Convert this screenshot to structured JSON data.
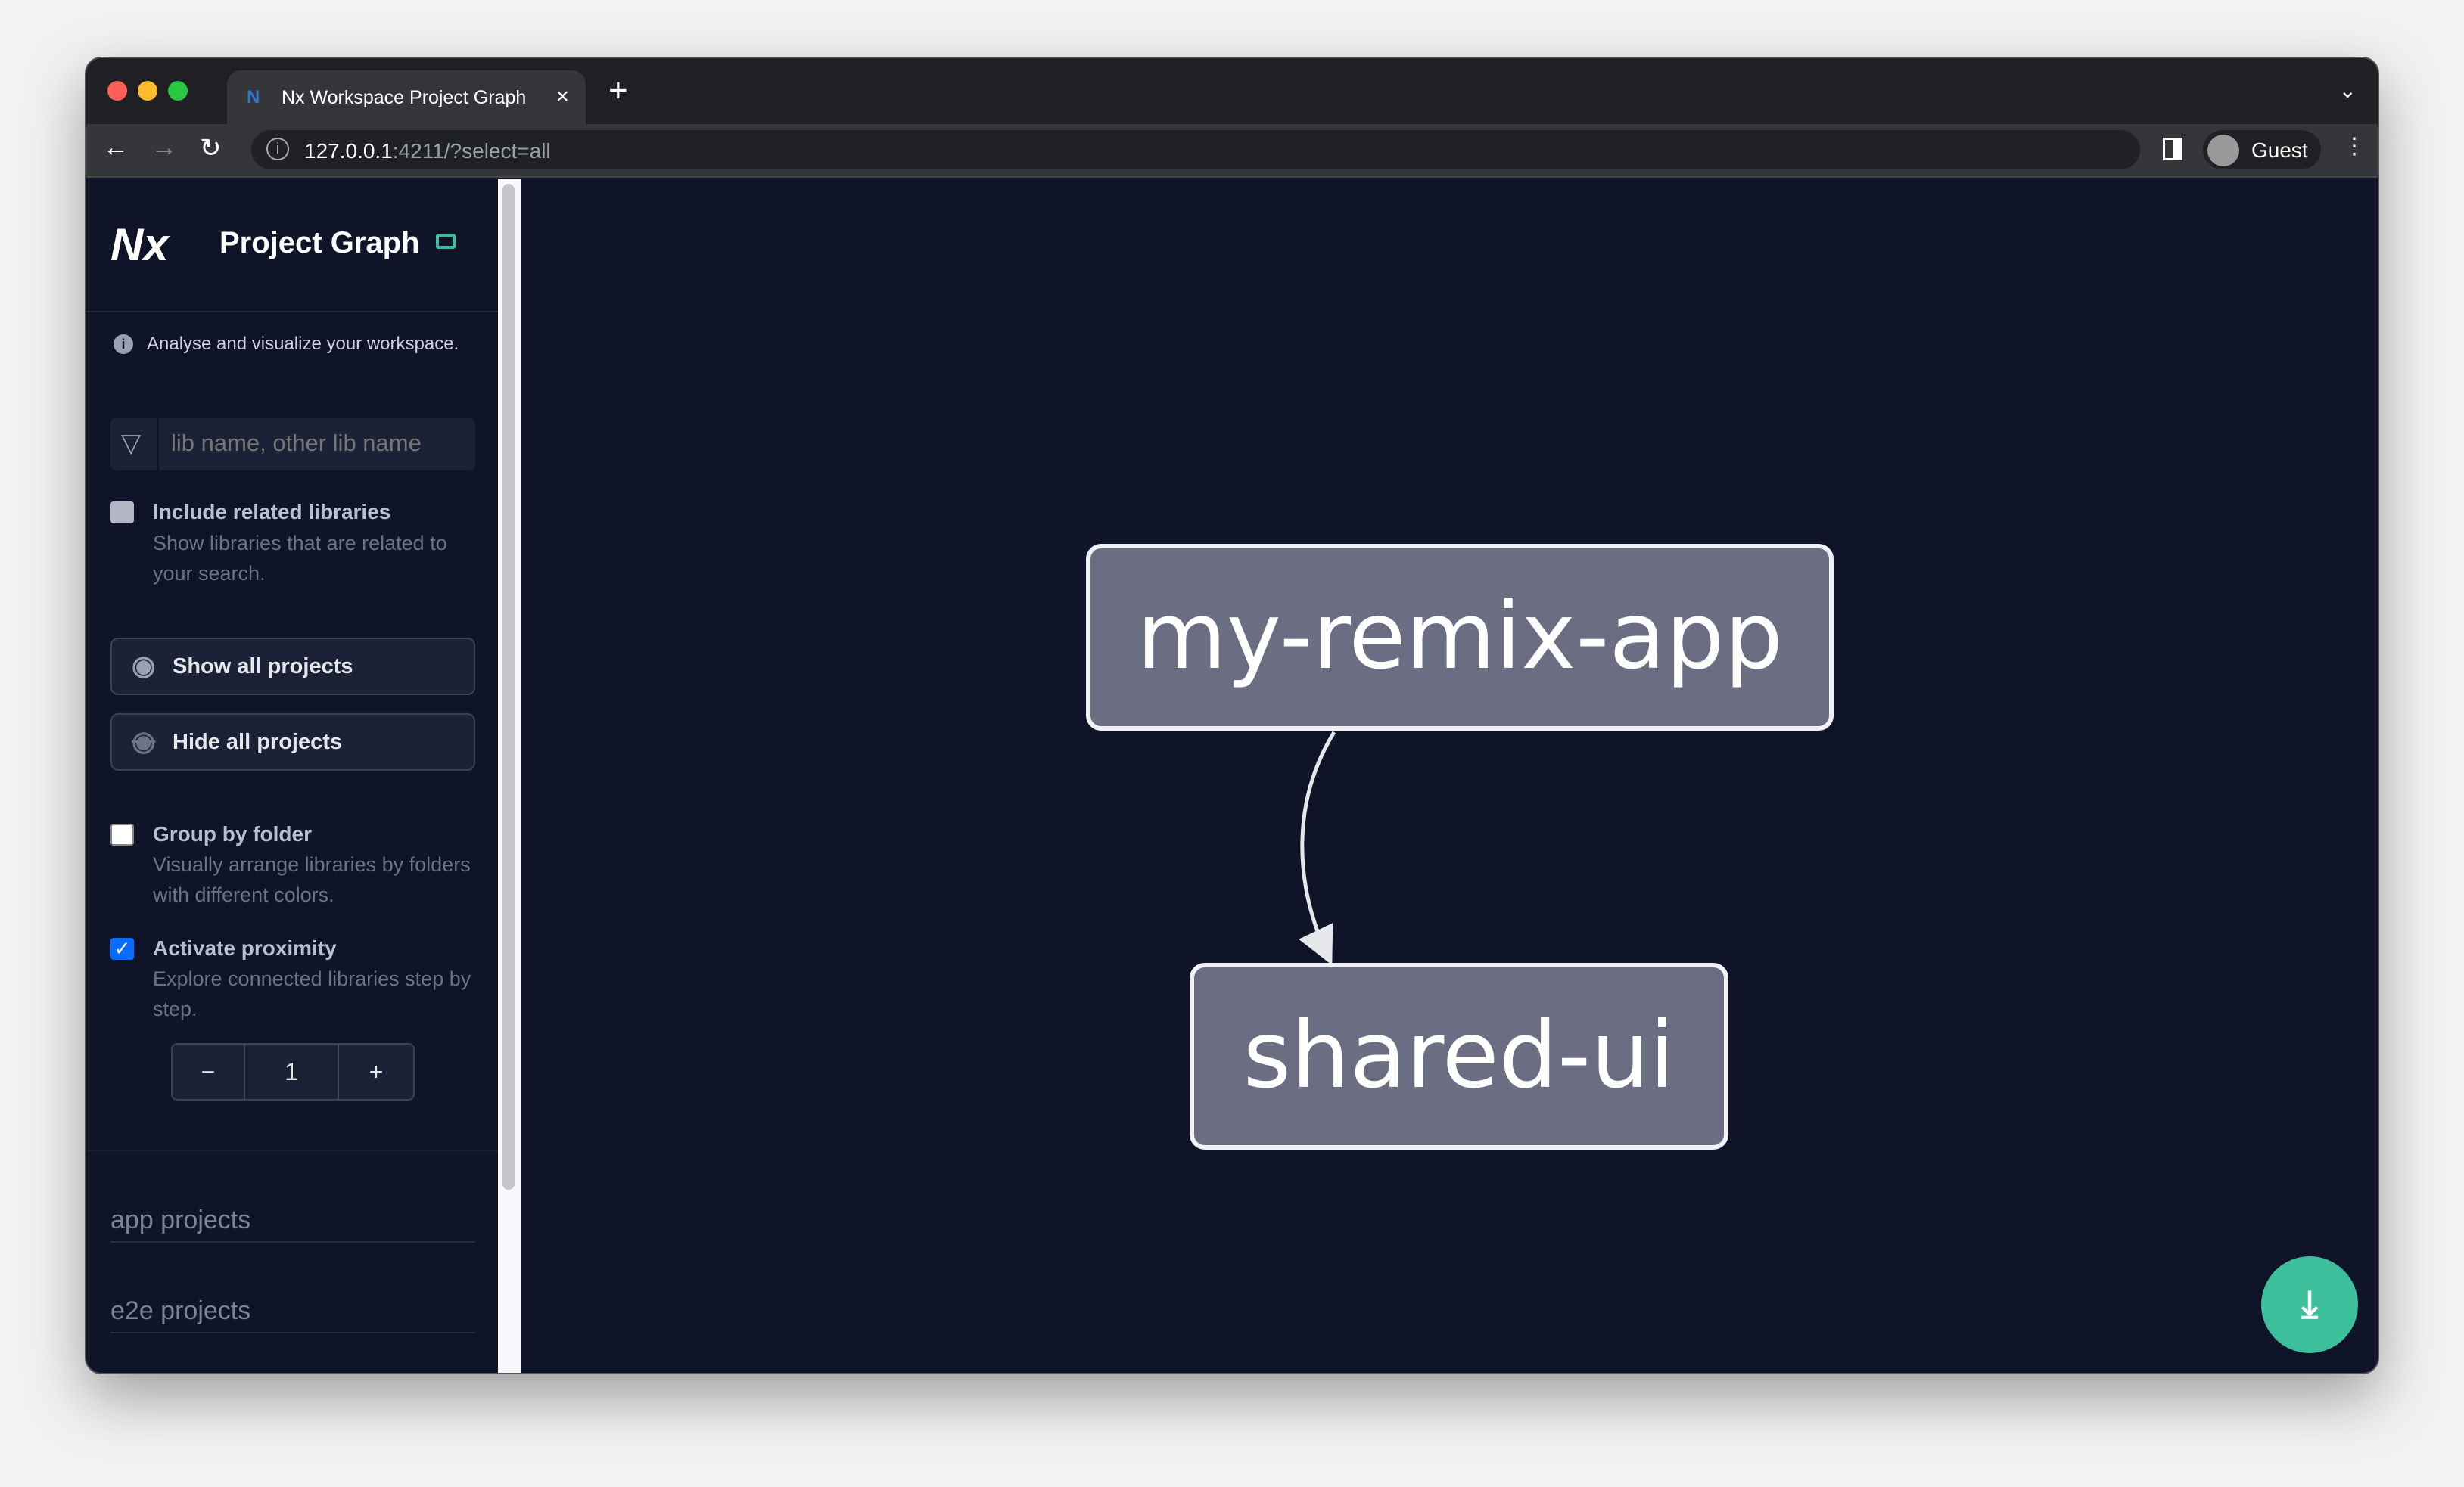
{
  "browser": {
    "tab_title": "Nx Workspace Project Graph",
    "url_host": "127.0.0.1",
    "url_rest": ":4211/?select=all",
    "profile": "Guest"
  },
  "sidebar": {
    "title": "Project Graph",
    "info": "Analyse and visualize your workspace.",
    "search_placeholder": "lib name, other lib name",
    "include_related": {
      "label": "Include related libraries",
      "desc": "Show libraries that are related to your search.",
      "checked": false
    },
    "show_all": "Show all projects",
    "hide_all": "Hide all projects",
    "group_by_folder": {
      "label": "Group by folder",
      "desc": "Visually arrange libraries by folders with different colors.",
      "checked": false
    },
    "proximity": {
      "label": "Activate proximity",
      "desc": "Explore connected libraries step by step.",
      "checked": true
    },
    "stepper": {
      "minus": "−",
      "value": "1",
      "plus": "+"
    },
    "sections": [
      "app projects",
      "e2e projects"
    ]
  },
  "graph": {
    "nodes": [
      "my-remix-app",
      "shared-ui"
    ],
    "edges": [
      {
        "from": "my-remix-app",
        "to": "shared-ui"
      }
    ]
  },
  "colors": {
    "accent": "#3ebf9b",
    "background": "#0f1428",
    "node": "#6b6e82",
    "checkbox": "#0a6cff"
  }
}
